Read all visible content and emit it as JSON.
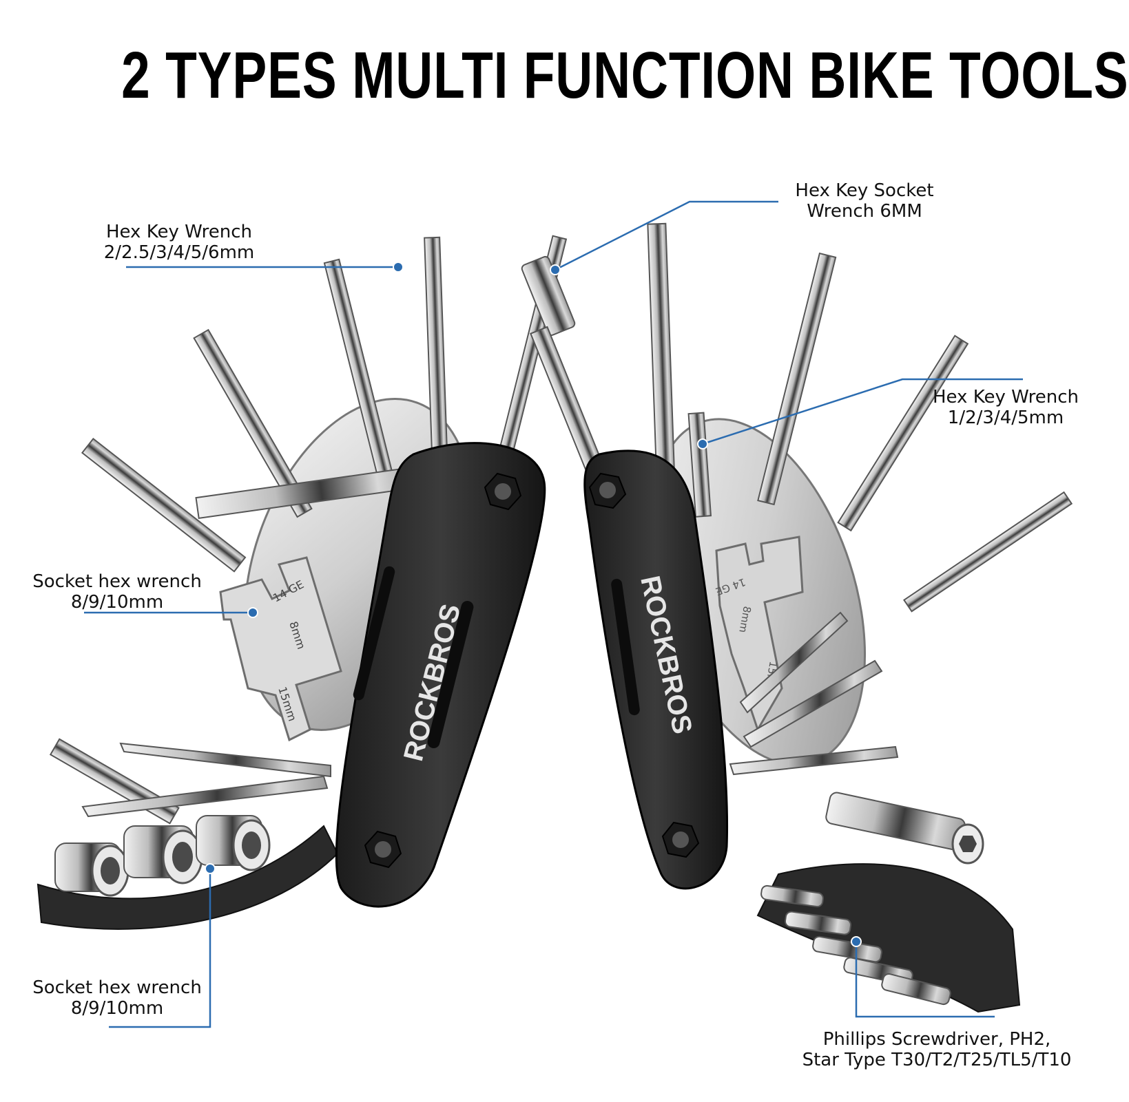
{
  "headline": "2 TYPES MULTI FUNCTION BIKE TOOLS",
  "brand": "ROCKBROS",
  "accent_color": "#2b6cb0",
  "tools": [
    {
      "side": "left",
      "brand_text": "ROCKBROS",
      "wrench_engravings": [
        "14 GE",
        "8mm",
        "15mm"
      ]
    },
    {
      "side": "right",
      "brand_text": "ROCKBROS",
      "wrench_engravings": [
        "14 GE",
        "8mm",
        "15mm"
      ]
    }
  ],
  "callouts": [
    {
      "id": "hex-key-left",
      "line1": "Hex Key Wrench",
      "line2": "2/2.5/3/4/5/6mm"
    },
    {
      "id": "hex-socket",
      "line1": "Hex Key Socket",
      "line2": "Wrench 6MM"
    },
    {
      "id": "hex-key-right",
      "line1": "Hex Key Wrench",
      "line2": "1/2/3/4/5mm"
    },
    {
      "id": "socket-wrench-upper",
      "line1": "Socket hex wrench",
      "line2": "8/9/10mm"
    },
    {
      "id": "socket-wrench-lower",
      "line1": "Socket hex wrench",
      "line2": "8/9/10mm"
    },
    {
      "id": "phillips-star",
      "line1": "Phillips Screwdriver, PH2,",
      "line2": "Star Type T30/T2/T25/TL5/T10"
    }
  ]
}
